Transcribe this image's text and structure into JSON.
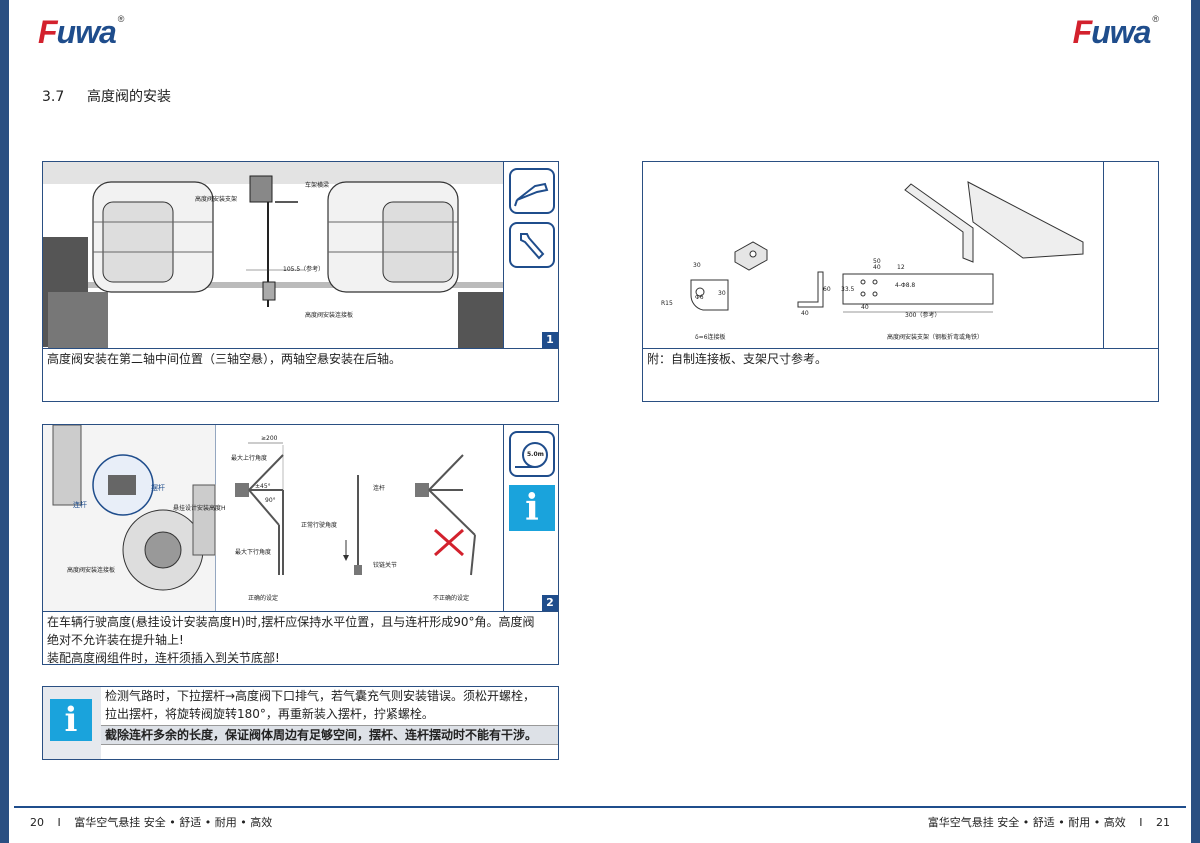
{
  "logo": {
    "text_rest": "uwa",
    "text_f": "F",
    "registered": "®"
  },
  "section": {
    "number": "3.7",
    "title": "高度阀的安装"
  },
  "panel1": {
    "caption": "高度阀安装在第二轴中间位置（三轴空悬），两轴空悬安装在后轴。",
    "badge": "1",
    "labels": {
      "frame_beam": "车架横梁",
      "bracket": "高度阀安装支架",
      "dim": "105.5（参考）",
      "plate": "高度阀安装连接板"
    },
    "tool_icons": [
      "angle-grinder-icon",
      "wrench-icon"
    ]
  },
  "panel2": {
    "caption_lines": [
      "在车辆行驶高度(悬挂设计安装高度H)时,摆杆应保持水平位置，且与连杆形成90°角。高度阀",
      "绝对不允许装在提升轴上!",
      "装配高度阀组件时，连杆须插入到关节底部!"
    ],
    "badge": "2",
    "labels": {
      "lever": "摆杆",
      "rod": "连杆",
      "install_height": "悬挂设计安装高度H",
      "plate": "高度阀安装连接板",
      "dim": "≥200",
      "max_up": "最大上行角度",
      "normal": "正常行驶角度",
      "max_down": "最大下行角度",
      "rod2": "连杆",
      "joint": "铰链关节",
      "correct": "正确的设定",
      "incorrect": "不正确的设定",
      "angle1": "±45°",
      "angle2": "90°"
    },
    "tape_label": "5.0m",
    "info_glyph": "i"
  },
  "note": {
    "lines": [
      "检测气路时，下拉摆杆→高度阀下口排气，若气囊充气则安装错误。须松开螺栓，",
      "拉出摆杆，将旋转阀旋转180°，再重新装入摆杆，拧紧螺栓。"
    ],
    "bold_line": "截除连杆多余的长度，保证阀体周边有足够空间，摆杆、连杆摆动时不能有干涉。",
    "info_glyph": "i"
  },
  "panel3": {
    "caption": "附：自制连接板、支架尺寸参考。",
    "labels": {
      "d30a": "30",
      "d30b": "30",
      "phi6": "Φ6",
      "r15": "R15",
      "plate_name": "δ=6连接板",
      "d60": "60",
      "d40a": "40",
      "d50": "50",
      "d40b": "40",
      "d12": "12",
      "d335": "33.5",
      "phi88": "4-Φ8.8",
      "d40c": "40",
      "d300": "300（参考）",
      "bracket_name": "高度阀安装支架（钢板折弯或角铁）"
    }
  },
  "footer": {
    "left_page": "20",
    "left_text": "富华空气悬挂  安全 • 舒适 • 耐用 • 高效",
    "right_text": "富华空气悬挂  安全 • 舒适 • 耐用 • 高效",
    "right_page": "21",
    "sep": "I"
  }
}
